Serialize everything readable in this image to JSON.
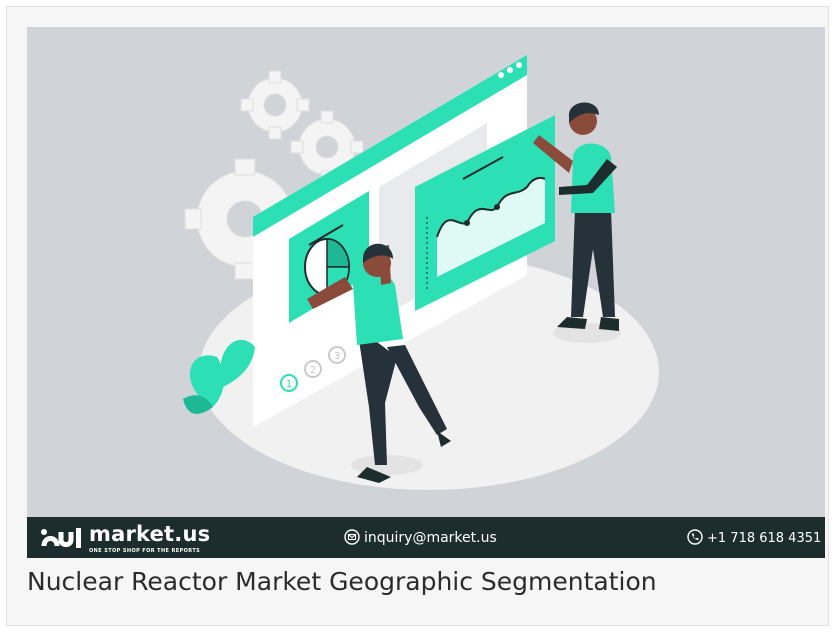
{
  "brand": {
    "name": "market.us",
    "tagline": "ONE STOP SHOP FOR THE REPORTS"
  },
  "contact": {
    "email": "inquiry@market.us",
    "phone": "+1 718 618 4351"
  },
  "illustration": {
    "step_numbers": [
      "1",
      "2",
      "3"
    ]
  },
  "caption": "Nuclear Reactor Market Geographic Segmentation",
  "colors": {
    "accent": "#2ddfb4",
    "accent_dark": "#1fb894",
    "background": "#d0d4d9",
    "footer": "#1d2d2d",
    "skin": "#8a4b3a",
    "hair": "#26323a"
  },
  "icons": [
    "market-us-logo-icon",
    "email-icon",
    "phone-icon",
    "gear-icon",
    "pie-chart-icon",
    "area-chart-icon",
    "leaf-icon"
  ]
}
